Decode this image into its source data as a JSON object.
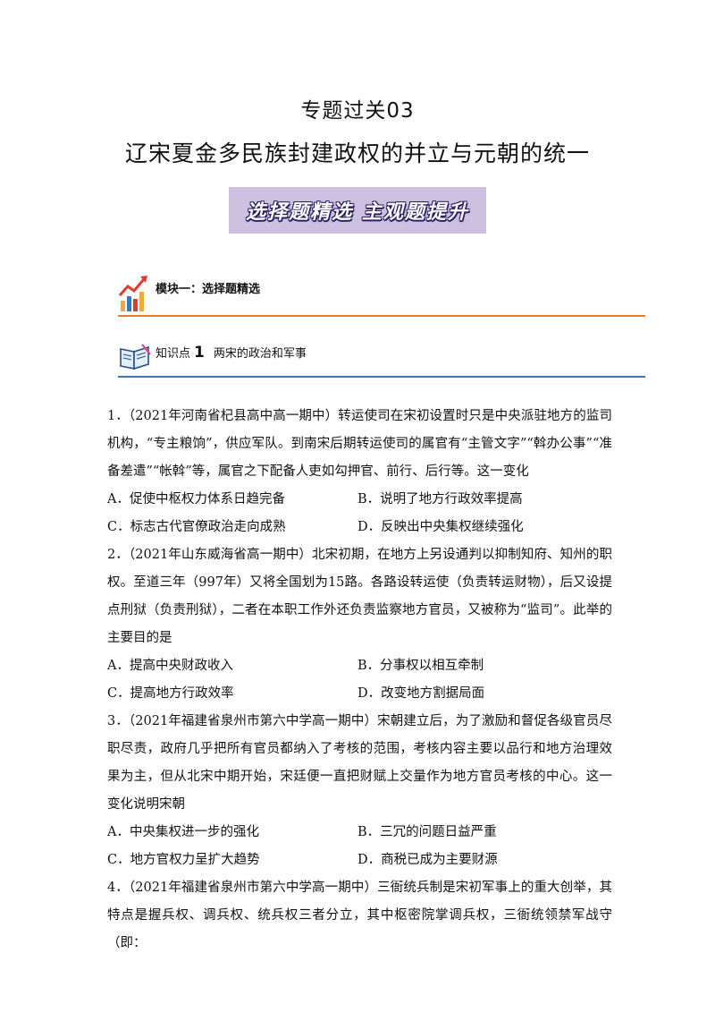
{
  "title": "专题过关03",
  "subtitle": "辽宋夏金多民族封建政权的并立与元朝的统一",
  "banner": "选择题精选  主观题提升",
  "module": {
    "label": "模块一：选择题精选"
  },
  "knowledge_point": {
    "prefix": "知识点",
    "number": "1",
    "topic": "两宋的政治和军事"
  },
  "questions": [
    {
      "stem": "1．（2021年河南省杞县高中高一期中）转运使司在宋初设置时只是中央派驻地方的监司机构，“专主粮饷”，供应军队。到南宋后期转运使司的属官有“主管文字”“斡办公事”“准备差遣”“帐斡”等，属官之下配备人吏如勾押官、前行、后行等。这一变化",
      "options": [
        "A．促使中枢权力体系日趋完备",
        "B．说明了地方行政效率提高",
        "C．标志古代官僚政治走向成熟",
        "D．反映出中央集权继续强化"
      ]
    },
    {
      "stem": "2．（2021年山东威海省高一期中）北宋初期，在地方上另设通判以抑制知府、知州的职权。至道三年（997年）又将全国划为15路。各路设转运使（负责转运财物），后又设提点刑狱（负责刑狱），二者在本职工作外还负责监察地方官员，又被称为“监司”。此举的主要目的是",
      "options": [
        "A．提高中央财政收入",
        "B．分事权以相互牵制",
        "C．提高地方行政效率",
        "D．改变地方割据局面"
      ]
    },
    {
      "stem": "3．（2021年福建省泉州市第六中学高一期中）宋朝建立后，为了激励和督促各级官员尽职尽责，政府几乎把所有官员都纳入了考核的范围，考核内容主要以品行和地方治理效果为主，但从北宋中期开始，宋廷便一直把财赋上交量作为地方官员考核的中心。这一变化说明宋朝",
      "options": [
        "A．中央集权进一步的强化",
        "B．三冗的问题日益严重",
        "C．地方官权力呈扩大趋势",
        "D．商税已成为主要财源"
      ]
    },
    {
      "stem": "4．（2021年福建省泉州市第六中学高一期中）三衙统兵制是宋初军事上的重大创举，其特点是握兵权、调兵权、统兵权三者分立，其中枢密院掌调兵权，三衙统领禁军战守（即：",
      "options": []
    }
  ]
}
